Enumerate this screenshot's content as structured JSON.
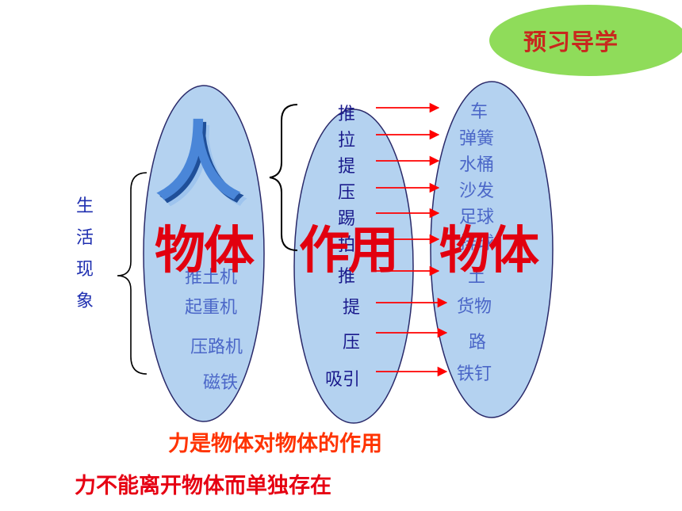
{
  "badge": {
    "title": "预习导学"
  },
  "left_label": [
    "生",
    "活",
    "现",
    "象"
  ],
  "person_char": "人",
  "left_items": [
    "推土机",
    "起重机",
    "压路机",
    "磁铁"
  ],
  "verbs": [
    "推",
    "拉",
    "提",
    "压",
    "踢",
    "拍",
    "推",
    "提",
    "压",
    "吸引"
  ],
  "targets": [
    "车",
    "弹簧",
    "水桶",
    "沙发",
    "足球",
    "排球",
    "土",
    "货物",
    "路",
    "铁钉"
  ],
  "overlay": {
    "left": "物体",
    "middle": "作用",
    "right": "物体"
  },
  "notes": {
    "line1": "力是物体对物体的作用",
    "line2": "力不能离开物体而单独存在"
  },
  "colors": {
    "ellipse_fill": "#b4d2f0",
    "arrow": "#ff0000",
    "badge": "#8fdc5a",
    "big_text": "#e2000f",
    "note1": "#ff3300",
    "note2": "#e60012"
  }
}
